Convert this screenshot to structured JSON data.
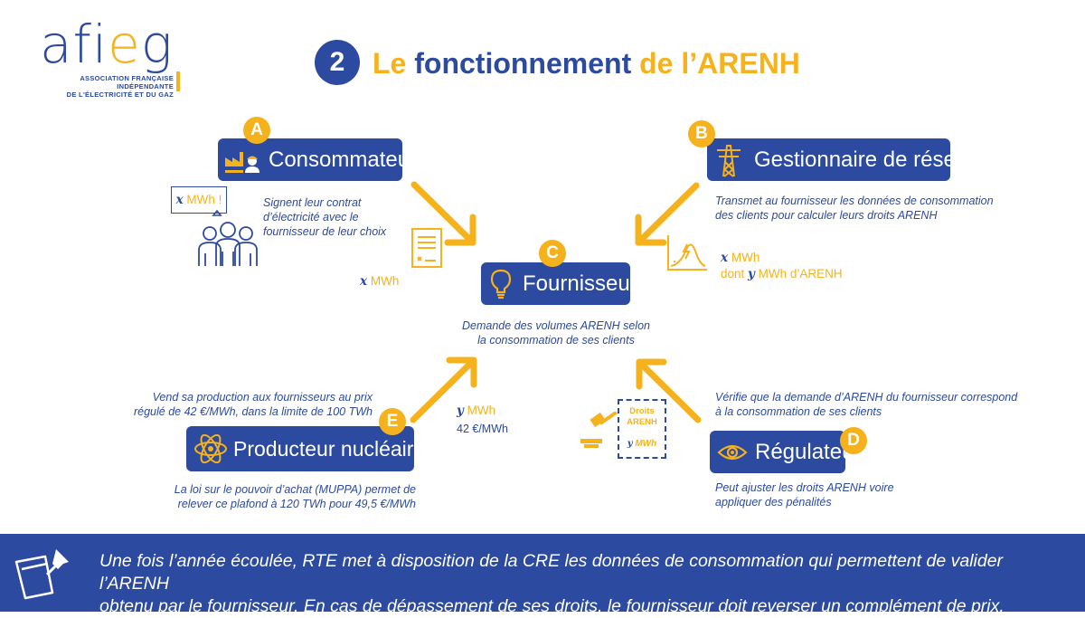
{
  "logo": {
    "word_part1": "afi",
    "word_part2": "e",
    "word_part3": "g",
    "sub_line1": "ASSOCIATION FRANÇAISE INDÉPENDANTE",
    "sub_line2": "DE L'ÉLECTRICITÉ ET DU GAZ"
  },
  "title": {
    "number": "2",
    "part1": "Le",
    "part2": "fonctionnement",
    "part3": "de l’ARENH"
  },
  "nodes": {
    "a": {
      "badge": "A",
      "label": "Consommateurs",
      "desc_line1": "Signent leur contrat",
      "desc_line2": "d’électricité avec le",
      "desc_line3": "fournisseur de leur choix",
      "speech": "MWh !",
      "speech_var": "x"
    },
    "b": {
      "badge": "B",
      "label": "Gestionnaire de réseau",
      "desc_line1": "Transmet au fournisseur les données de consommation",
      "desc_line2": "des clients  pour calculer leurs droits ARENH"
    },
    "c": {
      "badge": "C",
      "label": "Fournisseur",
      "desc_line1": "Demande des volumes ARENH selon",
      "desc_line2": "la consommation de ses clients"
    },
    "d": {
      "badge": "D",
      "label": "Régulateur",
      "desc_line1": "Vérifie que la demande d’ARENH du fournisseur correspond",
      "desc_line2": "à la consommation de ses clients",
      "desc2_line1": "Peut ajuster les droits ARENH voire",
      "desc2_line2": "appliquer des pénalités"
    },
    "e": {
      "badge": "E",
      "label": "Producteur nucléaire",
      "desc_line1": "Vend sa production aux fournisseurs au prix",
      "desc_line2": "régulé de 42 €/MWh, dans la limite de 100 TWh",
      "desc2_line1": "La loi sur le pouvoir d’achat (MUPPA) permet de",
      "desc2_line2": "relever ce plafond  à 120 TWh pour 49,5 €/MWh"
    }
  },
  "flows": {
    "a_var": "x",
    "a_unit": "MWh",
    "b_var1": "x",
    "b_unit1": "MWh",
    "b_prefix2": "dont",
    "b_var2": "y",
    "b_unit2": "MWh d’ARENH",
    "e_var": "y",
    "e_unit": "MWh",
    "e_price": "42 €/MWh",
    "d_rights_line1": "Droits",
    "d_rights_line2": "ARENH",
    "d_var": "y",
    "d_unit": "MWh"
  },
  "footer": {
    "line1": "Une fois l’année écoulée, RTE met à disposition de la CRE les données de consommation qui permettent de valider l’ARENH",
    "line2": "obtenu par le fournisseur. En cas de dépassement de ses droits, le fournisseur doit reverser un complément de prix."
  },
  "colors": {
    "blue": "#2b4aa0",
    "yellow": "#f5b21c",
    "white": "#ffffff"
  },
  "icons": [
    "factory-worker-icon",
    "pylon-icon",
    "lightbulb-icon",
    "eye-icon",
    "atom-icon",
    "crowd-icon",
    "contract-icon",
    "load-curve-icon",
    "gavel-icon",
    "sticky-note-pin-icon"
  ]
}
